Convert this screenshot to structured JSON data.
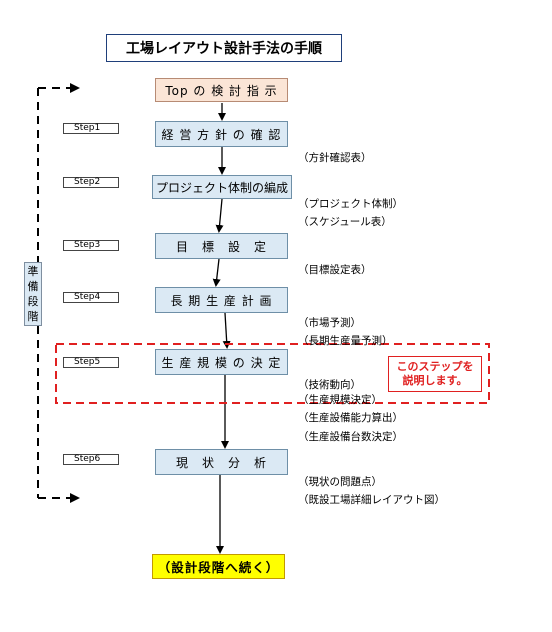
{
  "title": "工場レイアウト設計手法の手順",
  "flow": {
    "top": "Top の 検 討 指 示",
    "step1": "経 営 方 針 の 確 認",
    "step2": "プロジェクト体制の編成",
    "step3": "目　標　設　定",
    "step4": "長 期 生 産 計 画",
    "step5": "生 産 規 模 の 決 定",
    "step6": "現　状　分　析",
    "final": "（設計段階へ続く）"
  },
  "steps": [
    "Step1",
    "Step2",
    "Step3",
    "Step4",
    "Step5",
    "Step6"
  ],
  "notes": {
    "n1": "（方針確認表）",
    "n2a": "（プロジェクト体制）",
    "n2b": "（スケジュール表）",
    "n3": "（目標設定表）",
    "n4a": "（市場予測）",
    "n4b": "（長期生産量予測）",
    "n5a": "（技術動向）",
    "n5b": "（生産規模決定）",
    "n5c": "（生産設備能力算出）",
    "n5d": "（生産設備台数決定）",
    "n6a": "（現状の問題点）",
    "n6b": "（既設工場詳細レイアウト図）"
  },
  "preparation": [
    "準",
    "備",
    "段",
    "階"
  ],
  "callout": [
    "このステップを",
    "説明します。"
  ],
  "colors": {
    "process_fill": "#dbe9f4",
    "top_fill": "#fbe5d6",
    "final_fill": "#ffff00",
    "highlight": "#e02020",
    "title_border": "#1f3f7a"
  }
}
